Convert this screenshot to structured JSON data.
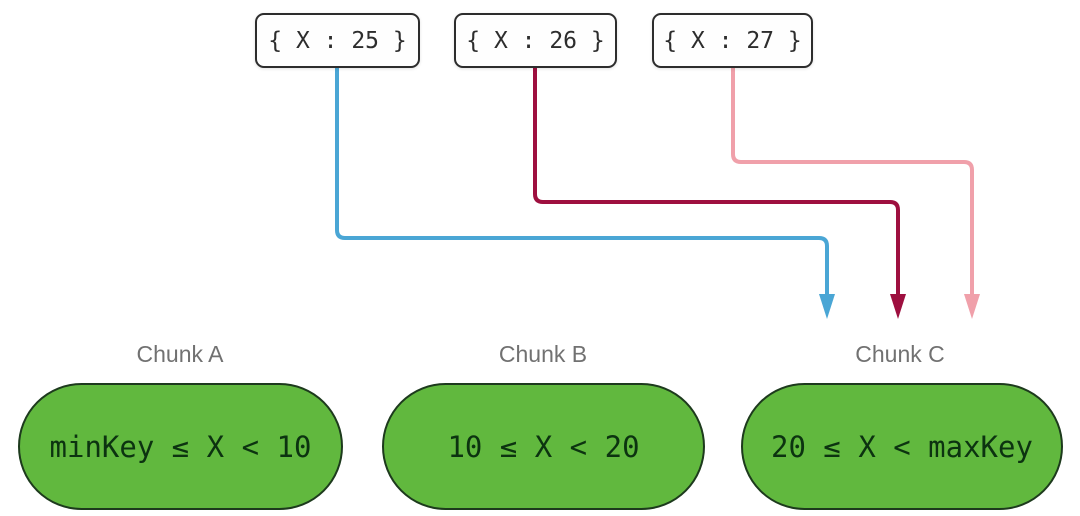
{
  "diagram": {
    "title": "shard-key chunk routing diagram",
    "documents": [
      {
        "id": "doc-x25",
        "text": "{ X : 25 }"
      },
      {
        "id": "doc-x26",
        "text": "{ X : 26 }"
      },
      {
        "id": "doc-x27",
        "text": "{ X : 27 }"
      }
    ],
    "arrows": [
      {
        "from": "doc-x25",
        "to": "chunk-c",
        "color": "#4aa6d5"
      },
      {
        "from": "doc-x26",
        "to": "chunk-c",
        "color": "#9e0f3f"
      },
      {
        "from": "doc-x27",
        "to": "chunk-c",
        "color": "#f0a0aa"
      }
    ],
    "chunks": [
      {
        "id": "chunk-a",
        "label": "Chunk A",
        "range": "minKey ≤ X < 10"
      },
      {
        "id": "chunk-b",
        "label": "Chunk B",
        "range": "10 ≤ X < 20"
      },
      {
        "id": "chunk-c",
        "label": "Chunk C",
        "range": "20 ≤ X < maxKey"
      }
    ],
    "colors": {
      "background": "#ffffff",
      "doc_border": "#2d2d2d",
      "doc_text": "#2d2d2d",
      "label_text": "#717171",
      "chunk_fill": "#61b83e",
      "chunk_border": "#1d3a1d",
      "chunk_text": "#0c3310",
      "arrow_blue": "#4aa6d5",
      "arrow_crimson": "#9e0f3f",
      "arrow_pink": "#f0a0aa"
    }
  }
}
